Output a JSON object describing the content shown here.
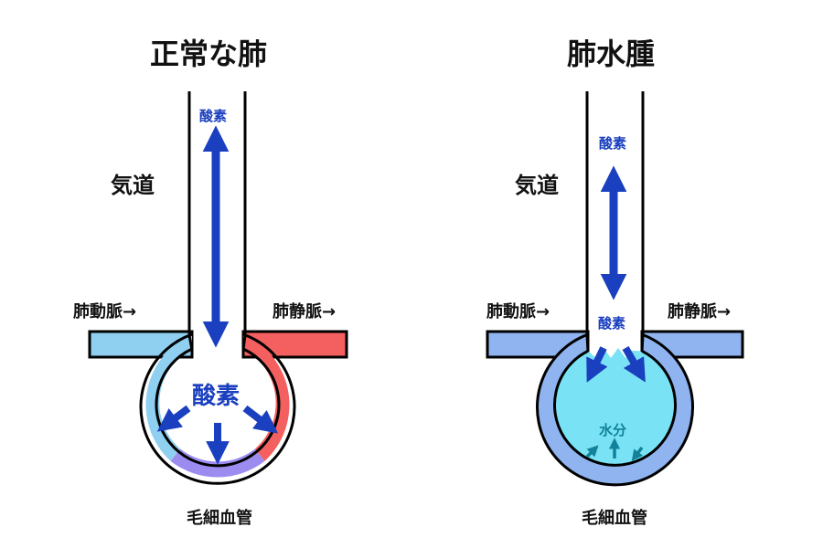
{
  "panels": {
    "normal": {
      "title": "正常な肺",
      "airway": "気道",
      "artery": "肺動脈→",
      "vein": "肺静脈→",
      "capillary": "毛細血管",
      "oxygen_airway": "酸素",
      "oxygen_alveolus": "酸素"
    },
    "edema": {
      "title": "肺水腫",
      "airway": "気道",
      "artery": "肺動脈→",
      "vein": "肺静脈→",
      "capillary": "毛細血管",
      "oxygen_airway": "酸素",
      "oxygen_lower": "酸素",
      "water": "水分"
    }
  },
  "colors": {
    "artery_blood": "#8fd0f0",
    "vein_blood": "#f46060",
    "capillary_mix": "#9d8cf0",
    "edema_vessel": "#8fb4f0",
    "edema_fluid": "#79e3f5",
    "oxygen_arrow": "#1a3fbf",
    "water_arrow": "#11829a"
  }
}
